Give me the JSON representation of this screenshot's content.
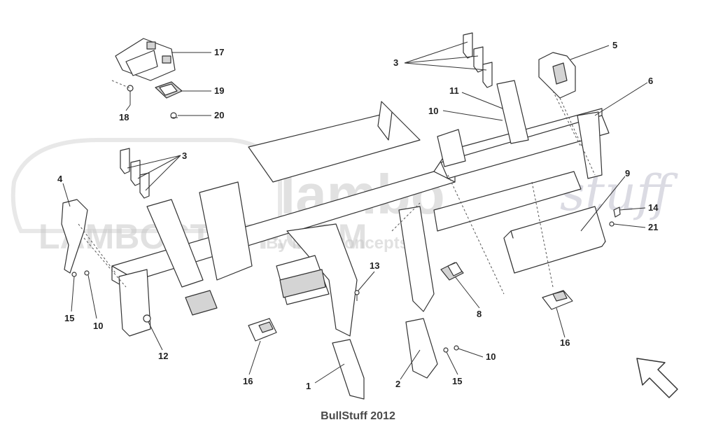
{
  "watermark": {
    "main": "lambo",
    "script": "stuff",
    "secondary": "LAMBOSTUFF.COM",
    "tagline": "By M&J Concepts"
  },
  "callouts": [
    {
      "id": "c17",
      "label": "17"
    },
    {
      "id": "c18",
      "label": "18"
    },
    {
      "id": "c19",
      "label": "19"
    },
    {
      "id": "c20",
      "label": "20"
    },
    {
      "id": "c3a",
      "label": "3"
    },
    {
      "id": "c3b",
      "label": "3"
    },
    {
      "id": "c4",
      "label": "4"
    },
    {
      "id": "c5",
      "label": "5"
    },
    {
      "id": "c6",
      "label": "6"
    },
    {
      "id": "c11",
      "label": "11"
    },
    {
      "id": "c10a",
      "label": "10"
    },
    {
      "id": "c10b",
      "label": "10"
    },
    {
      "id": "c10c",
      "label": "10"
    },
    {
      "id": "c9",
      "label": "9"
    },
    {
      "id": "c14",
      "label": "14"
    },
    {
      "id": "c21",
      "label": "21"
    },
    {
      "id": "c15a",
      "label": "15"
    },
    {
      "id": "c15b",
      "label": "15"
    },
    {
      "id": "c12",
      "label": "12"
    },
    {
      "id": "c13",
      "label": "13"
    },
    {
      "id": "c8",
      "label": "8"
    },
    {
      "id": "c16a",
      "label": "16"
    },
    {
      "id": "c16b",
      "label": "16"
    },
    {
      "id": "c1",
      "label": "1"
    },
    {
      "id": "c2",
      "label": "2"
    }
  ],
  "footer": {
    "copyright": "BullStuff 2012"
  },
  "icons": {
    "orientation_arrow": "orientation-arrow-icon"
  }
}
